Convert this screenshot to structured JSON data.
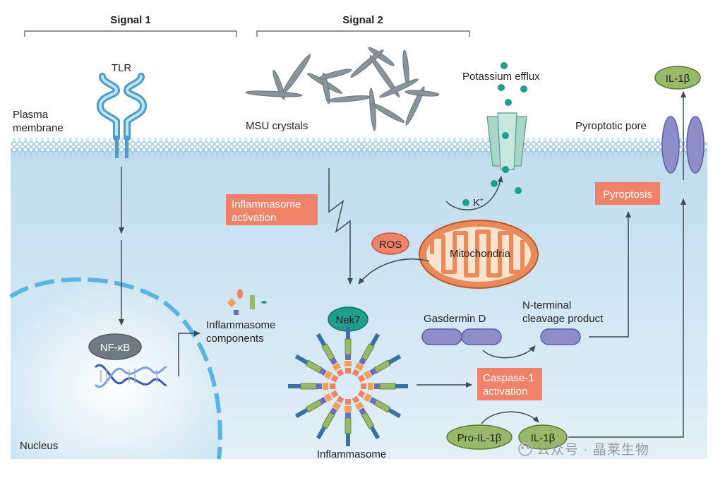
{
  "headers": {
    "signal1": "Signal 1",
    "signal2": "Signal 2"
  },
  "labels": {
    "tlr": "TLR",
    "plasma_membrane_line1": "Plasma",
    "plasma_membrane_line2": "membrane",
    "msu_crystals": "MSU crystals",
    "potassium_efflux": "Potassium efflux",
    "pyroptotic_pore": "Pyroptotic pore",
    "il1b_out": "IL-1β",
    "inflammasome_activation_line1": "Inflammasome",
    "inflammasome_activation_line2": "activation",
    "k_ion": "K",
    "k_ion_charge": "+",
    "pyroptosis": "Pyroptosis",
    "ros": "ROS",
    "mitochondria": "Mitochondria",
    "nfkb": "NF-κB",
    "inflammasome_components_line1": "Inflammasome",
    "inflammasome_components_line2": "components",
    "nek7": "Nek7",
    "gasdermin_d": "Gasdermin D",
    "n_terminal_line1": "N-terminal",
    "n_terminal_line2": "cleavage product",
    "caspase_line1": "Caspase-1",
    "caspase_line2": "activation",
    "nucleus": "Nucleus",
    "inflammasome": "Inflammasome",
    "pro_il1b": "Pro-IL-1β",
    "il1b_in": "IL-1β"
  },
  "watermark": "公众号 · 晶莱生物",
  "colors": {
    "cytoplasm": "#cfe6f3",
    "membrane": "#8fc6e4",
    "box_orange": "#f0826a",
    "mito_outer": "#e98a5a",
    "green_oval": "#98b86a",
    "purple_pore": "#8d8dca",
    "channel_teal": "#a9d6c8",
    "grey_node": "#6f7a82",
    "dna": "#3a5ba8"
  }
}
